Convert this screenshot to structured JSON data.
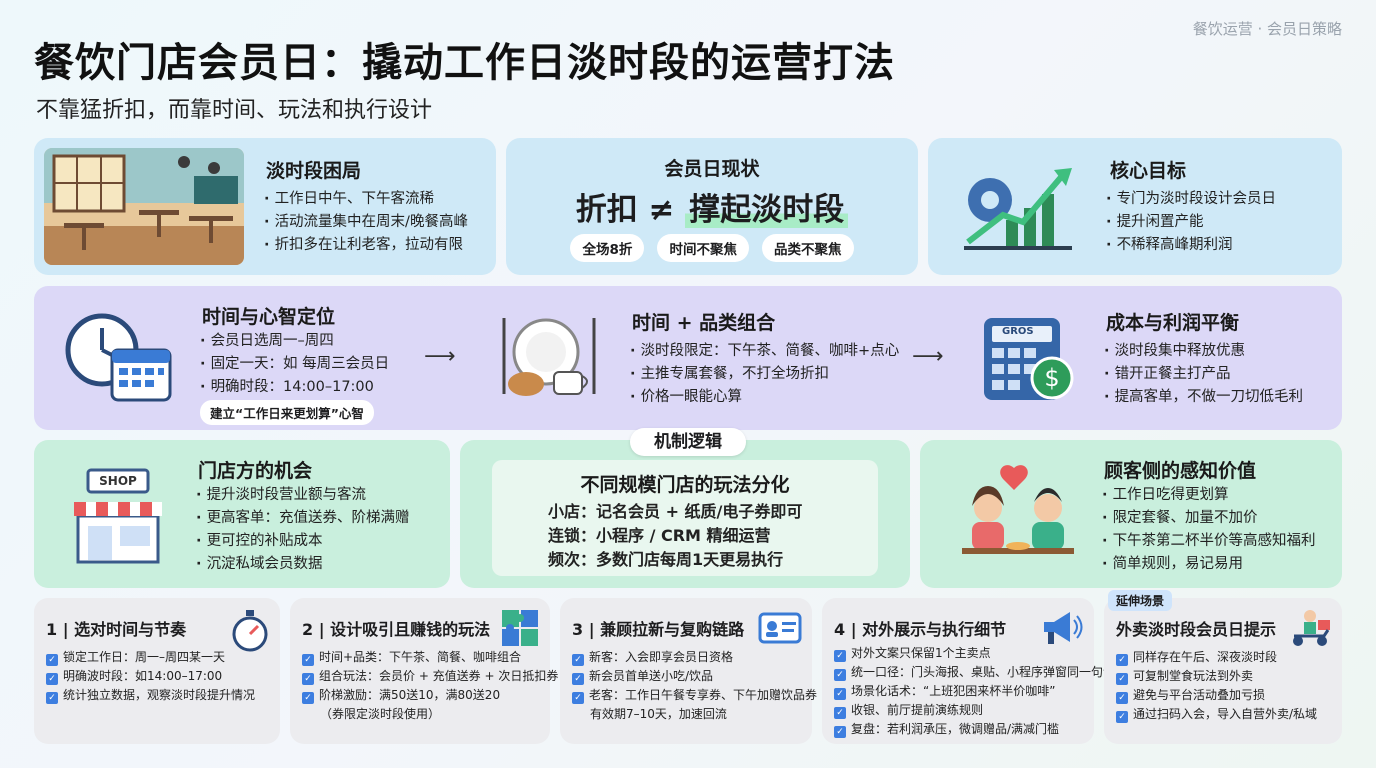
{
  "brand": "餐饮运营 · 会员日策略",
  "title": "餐饮门店会员日：撬动工作日淡时段的运营打法",
  "subtitle": "不靠猛折扣，而靠时间、玩法和执行设计",
  "dilemma": {
    "title": "淡时段困局",
    "items": [
      "工作日中午、下午客流稀",
      "活动流量集中在周末/晚餐高峰",
      "折扣多在让利老客，拉动有限"
    ]
  },
  "status": {
    "title": "会员日现状",
    "left": "折扣",
    "neq": "≠",
    "right": "撑起淡时段",
    "pills": [
      "全场8折",
      "时间不聚焦",
      "品类不聚焦"
    ]
  },
  "goal": {
    "title": "核心目标",
    "items": [
      "专门为淡时段设计会员日",
      "提升闲置产能",
      "不稀释高峰期利润"
    ]
  },
  "time_position": {
    "title": "时间与心智定位",
    "items": [
      "会员日选周一–周四",
      "固定一天：如 每周三会员日",
      "明确时段：14:00–17:00"
    ],
    "tag": "建立“工作日来更划算”心智"
  },
  "combo": {
    "title": "时间 + 品类组合",
    "items": [
      "淡时段限定：下午茶、简餐、咖啡+点心",
      "主推专属套餐，不打全场折扣",
      "价格一眼能心算"
    ]
  },
  "balance": {
    "title": "成本与利润平衡",
    "items": [
      "淡时段集中释放优惠",
      "错开正餐主打产品",
      "提高客单，不做一刀切低毛利"
    ],
    "calc_label": "GROS"
  },
  "mechanism": "机制逻辑",
  "store_opp": {
    "title": "门店方的机会",
    "shop_label": "SHOP",
    "items": [
      "提升淡时段营业额与客流",
      "更高客单：充值送券、阶梯满赠",
      "更可控的补贴成本",
      "沉淀私域会员数据"
    ]
  },
  "scale": {
    "title": "不同规模门店的玩法分化",
    "items": [
      "小店：记名会员 + 纸质/电子券即可",
      "连锁：小程序 / CRM 精细运营",
      "频次：多数门店每周1天更易执行"
    ]
  },
  "customer": {
    "title": "顾客侧的感知价值",
    "items": [
      "工作日吃得更划算",
      "限定套餐、加量不加价",
      "下午茶第二杯半价等高感知福利",
      "简单规则，易记易用"
    ]
  },
  "steps": [
    {
      "title": "1 | 选对时间与节奏",
      "items": [
        "锁定工作日：周一–周四某一天",
        "明确波时段：如14:00–17:00",
        "统计独立数据，观察淡时段提升情况"
      ]
    },
    {
      "title": "2 | 设计吸引且赚钱的玩法",
      "items": [
        "时间+品类：下午茶、简餐、咖啡组合",
        "组合玩法：会员价 + 充值送券 + 次日抵扣券",
        "阶梯激励：满50送10，满80送20",
        "（券限定淡时段使用）"
      ]
    },
    {
      "title": "3 | 兼顾拉新与复购链路",
      "items": [
        "新客：入会即享会员日资格",
        "新会员首单送小吃/饮品",
        "老客：工作日午餐专享券、下午加赠饮品券",
        "有效期7–10天，加速回流"
      ]
    },
    {
      "title": "4 | 对外展示与执行细节",
      "items": [
        "对外文案只保留1个主卖点",
        "统一口径：门头海报、桌贴、小程序弹窗同一句话",
        "场景化话术：“上班犯困来杯半价咖啡”",
        "收银、前厅提前演练规则",
        "复盘：若利润承压，微调赠品/满减门槛"
      ]
    },
    {
      "title": "外卖淡时段会员日提示",
      "items": [
        "同样存在午后、深夜淡时段",
        "可复制堂食玩法到外卖",
        "避免与平台活动叠加亏损",
        "通过扫码入会，导入自营外卖/私域"
      ]
    }
  ],
  "extend_tag": "延伸场景"
}
